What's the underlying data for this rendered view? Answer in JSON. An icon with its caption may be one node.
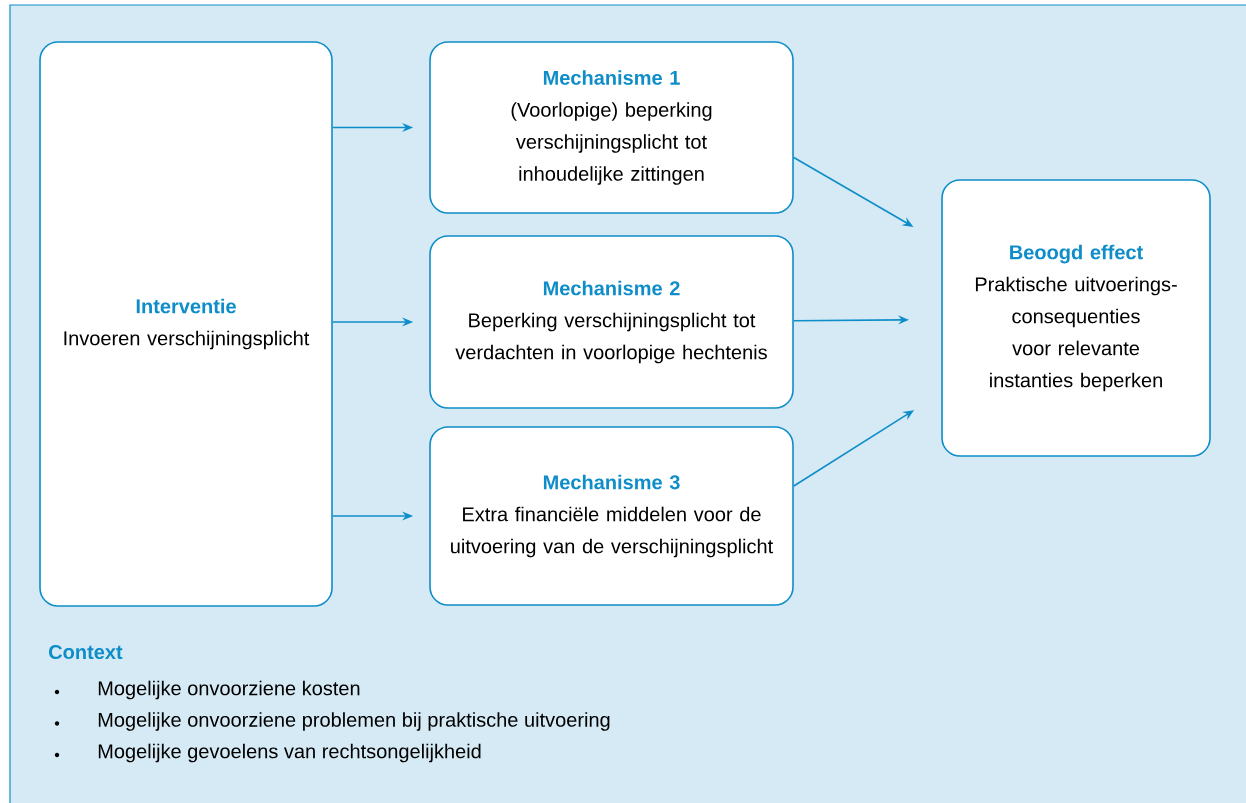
{
  "diagram": {
    "nodes": [
      {
        "text": [
          "Interventie",
          "Invoeren verschijningsplicht"
        ]
      },
      {
        "text": [
          "Mechanisme 1",
          "(Voorlopige) beperking verschijningsplicht tot inhoudelijke zittingen"
        ]
      },
      {
        "text": [
          "Mechanisme 2",
          "Beperking verschijningsplicht tot verdachten in voorlopige hechtenis"
        ]
      },
      {
        "text": [
          "Mechanisme 3",
          "Extra financiële middelen voor de uitvoering van de verschijningsplicht"
        ]
      },
      {
        "text": [
          "Beoogd effect",
          "Praktische uitvoerings- consequenties voor relevante instanties beperken"
        ]
      }
    ],
    "edges": [
      {
        "from": 0,
        "to": 1,
        "arrow": "to"
      },
      {
        "from": 0,
        "to": 2,
        "arrow": "to"
      },
      {
        "from": 0,
        "to": 3,
        "arrow": "to"
      },
      {
        "from": 1,
        "to": 4,
        "arrow": "to"
      },
      {
        "from": 2,
        "to": 4,
        "arrow": "to"
      },
      {
        "from": 3,
        "to": 4,
        "arrow": "to"
      }
    ],
    "labels": [
      "Context",
      "Mogelijke onvoorziene kosten",
      "Mogelijke onvoorziene problemen bij praktische uitvoering",
      "Mogelijke gevoelens van rechtsongelijkheid"
    ]
  }
}
